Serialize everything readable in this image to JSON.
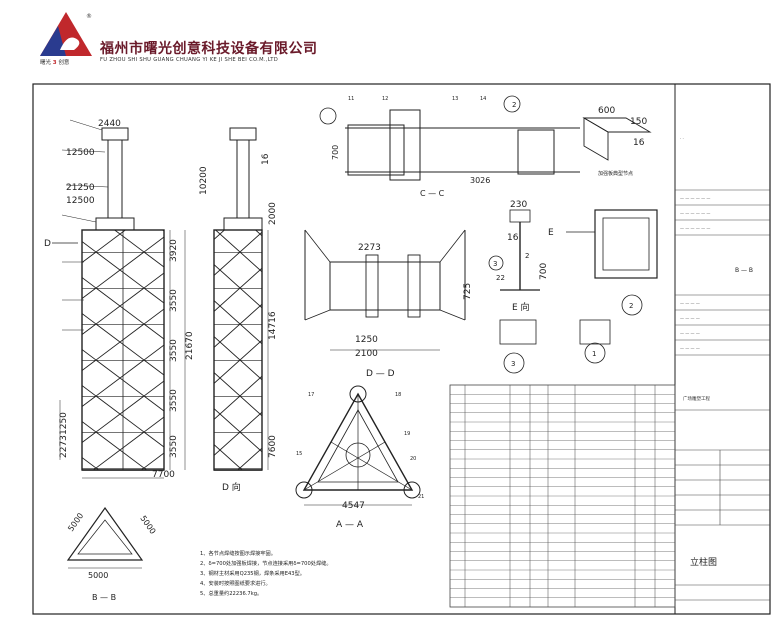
{
  "header": {
    "company_name": "福州市曙光创意科技设备有限公司",
    "company_name_en": "FU ZHOU SHI SHU GUANG CHUANG YI KE JI SHE BEI CO.M.,LTD",
    "logo_caption_left": "曙光",
    "logo_caption_num": "3",
    "logo_caption_right": "创意"
  },
  "elevation": {
    "dims": [
      "2440",
      "12500",
      "21250",
      "12500",
      "3920",
      "3550",
      "3550",
      "3550",
      "3550",
      "21670",
      "7700",
      "1250",
      "2273"
    ],
    "dims_mid": [
      "10200",
      "16",
      "2000",
      "14716",
      "7600"
    ],
    "label_d": "D",
    "view_title": "D 向"
  },
  "section_cc": {
    "dims": [
      "700",
      "3026"
    ],
    "view_title": "C — C",
    "caption": "加强板典型节点",
    "callouts": [
      "11",
      "12",
      "13",
      "14",
      "2"
    ]
  },
  "detail_top": {
    "dims": [
      "600",
      "150",
      "16"
    ]
  },
  "section_dd": {
    "dims": [
      "2273",
      "1250",
      "2100",
      "725"
    ],
    "view_title": "D — D"
  },
  "detail_e": {
    "dims": [
      "230",
      "16",
      "700",
      "2",
      "22"
    ],
    "label": "E 向",
    "label_e": "E",
    "circle_3": "3",
    "circle_1": "1"
  },
  "section_bb_right": {
    "view_title": "B — B",
    "circle": "2"
  },
  "section_aa": {
    "dims": [
      "4547"
    ],
    "view_title": "A — A",
    "callouts": [
      "17",
      "18",
      "19",
      "20",
      "21",
      "15"
    ]
  },
  "section_bb_left": {
    "dims": [
      "5000",
      "5000",
      "5000"
    ],
    "view_title": "B — B"
  },
  "notes": [
    "1、各节点焊缝按图示焊接牢固。",
    "2、δ=700处加强板焊接，节点连接采用δ=700处焊缝。",
    "3、钢材主材采用Q235钢，焊条采用E43型。",
    "4、安装时按照图纸要求进行。",
    "5、总重量约22236.7kg。"
  ],
  "title_block": {
    "drawing_name": "立柱图",
    "project_name": "广场雕塑工程"
  },
  "colors": {
    "ink": "#1a1a1a",
    "logo_red": "#c0282c",
    "logo_blue": "#2a3b8f",
    "logo_text": "#6a1a2a"
  }
}
